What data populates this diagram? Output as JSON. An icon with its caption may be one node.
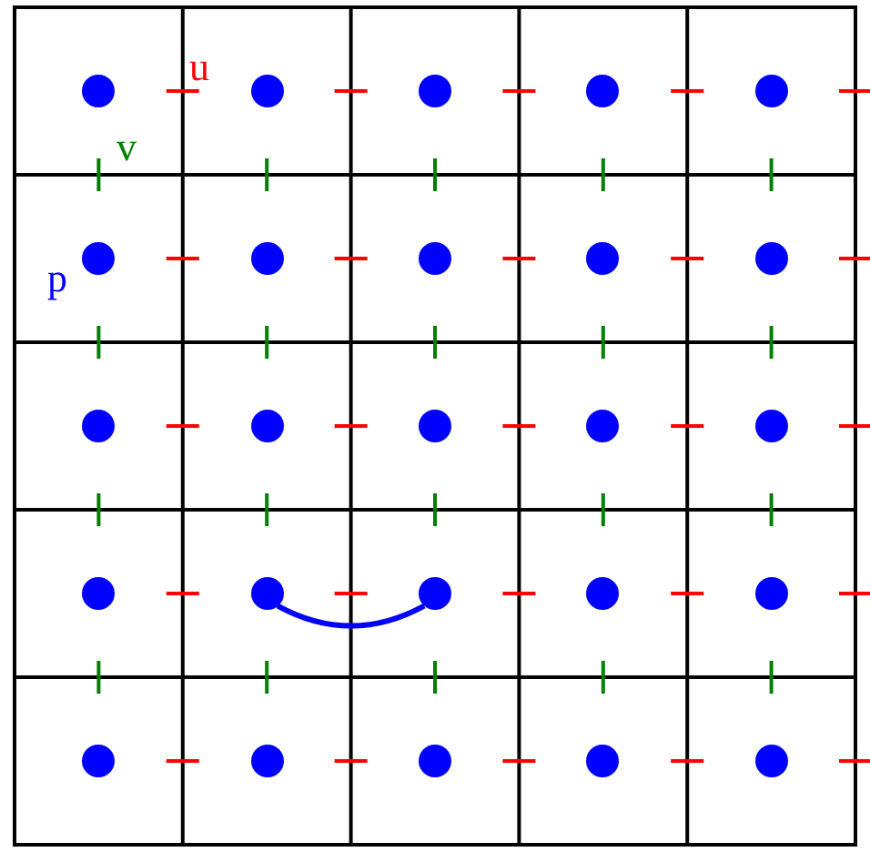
{
  "diagram": {
    "nodes": [
      {
        "text": [],
        "shape": "circle"
      },
      {
        "text": [],
        "shape": "circle"
      },
      {
        "text": [],
        "shape": "circle"
      },
      {
        "text": [],
        "shape": "circle"
      },
      {
        "text": [],
        "shape": "circle"
      },
      {
        "text": [],
        "shape": "circle"
      },
      {
        "text": [],
        "shape": "circle"
      },
      {
        "text": [],
        "shape": "circle"
      },
      {
        "text": [],
        "shape": "circle"
      },
      {
        "text": [],
        "shape": "circle"
      },
      {
        "text": [],
        "shape": "circle"
      },
      {
        "text": [],
        "shape": "circle"
      },
      {
        "text": [],
        "shape": "circle"
      },
      {
        "text": [],
        "shape": "circle"
      },
      {
        "text": [],
        "shape": "circle"
      },
      {
        "text": [],
        "shape": "circle"
      },
      {
        "text": [],
        "shape": "circle"
      },
      {
        "text": [],
        "shape": "circle"
      },
      {
        "text": [],
        "shape": "circle"
      },
      {
        "text": [],
        "shape": "circle"
      },
      {
        "text": [],
        "shape": "circle"
      },
      {
        "text": [],
        "shape": "circle"
      },
      {
        "text": [],
        "shape": "circle"
      },
      {
        "text": [],
        "shape": "circle"
      },
      {
        "text": [],
        "shape": "circle"
      }
    ],
    "edges": [
      {
        "from": 16,
        "to": 17,
        "arrow": "none",
        "color": "#0000ff"
      }
    ],
    "labels": [
      "u",
      "v",
      "p"
    ]
  }
}
